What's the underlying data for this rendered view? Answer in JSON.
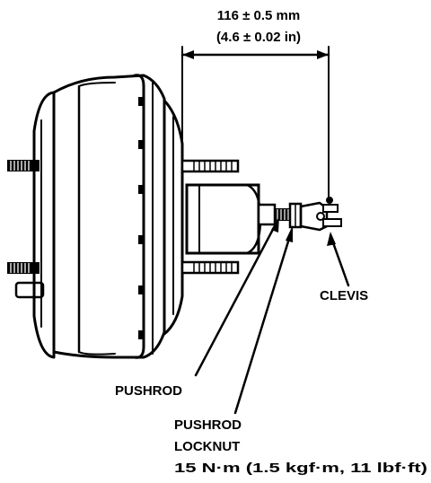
{
  "dimension": {
    "metric": "116 ± 0.5 mm",
    "imperial": "(4.6 ± 0.02 in)"
  },
  "labels": {
    "clevis": "CLEVIS",
    "pushrod": "PUSHROD",
    "locknut_line1": "PUSHROD",
    "locknut_line2": "LOCKNUT",
    "torque": "15 N·m (1.5 kgf·m, 11 lbf·ft)"
  }
}
